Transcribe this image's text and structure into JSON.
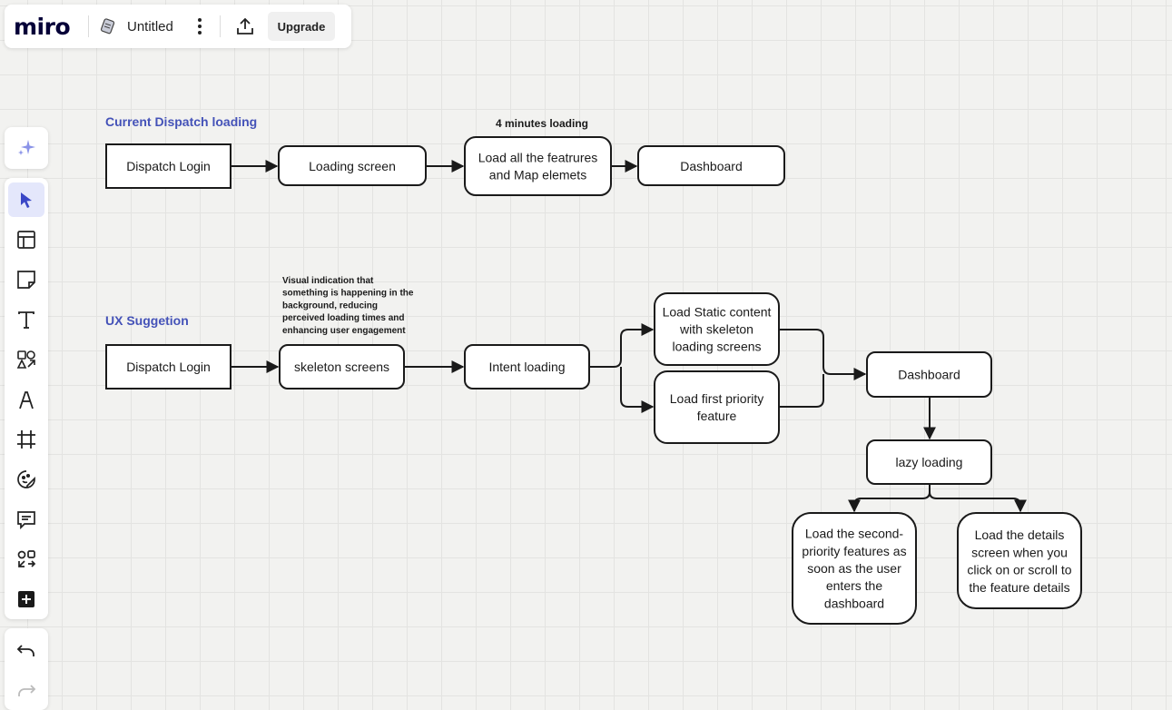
{
  "app": {
    "logo": "miro",
    "board_title": "Untitled",
    "upgrade_label": "Upgrade"
  },
  "toolbar": {
    "tools": [
      {
        "name": "ai-sparkle-icon"
      },
      {
        "name": "select-cursor-icon",
        "active": true
      },
      {
        "name": "templates-icon"
      },
      {
        "name": "sticky-note-icon"
      },
      {
        "name": "text-icon"
      },
      {
        "name": "shapes-icon"
      },
      {
        "name": "pen-icon"
      },
      {
        "name": "frame-icon"
      },
      {
        "name": "stickers-icon"
      },
      {
        "name": "comment-icon"
      },
      {
        "name": "mindmap-icon"
      },
      {
        "name": "add-more-icon"
      }
    ],
    "history": [
      {
        "name": "undo-icon"
      },
      {
        "name": "redo-icon"
      }
    ]
  },
  "diagram": {
    "current": {
      "heading": "Current Dispatch loading",
      "annotation": "4 minutes loading",
      "nodes": [
        {
          "id": "c-login",
          "lines": [
            "Dispatch Login"
          ]
        },
        {
          "id": "c-loading",
          "lines": [
            "Loading screen"
          ]
        },
        {
          "id": "c-loadall",
          "lines": [
            "Load all the featrures",
            "and Map elemets"
          ]
        },
        {
          "id": "c-dashboard",
          "lines": [
            "Dashboard"
          ]
        }
      ]
    },
    "suggestion": {
      "heading": "UX Suggetion",
      "annotation": [
        "Visual indication that",
        "something is happening in the",
        "background, reducing",
        "perceived loading times and",
        "enhancing user engagement"
      ],
      "nodes": [
        {
          "id": "s-login",
          "lines": [
            "Dispatch Login"
          ]
        },
        {
          "id": "s-skeleton",
          "lines": [
            "skeleton screens"
          ]
        },
        {
          "id": "s-intent",
          "lines": [
            "Intent loading"
          ]
        },
        {
          "id": "s-static",
          "lines": [
            "Load Static content",
            "with skeleton",
            "loading screens"
          ]
        },
        {
          "id": "s-first",
          "lines": [
            "Load first priority",
            "feature"
          ]
        },
        {
          "id": "s-dashboard",
          "lines": [
            "Dashboard"
          ]
        },
        {
          "id": "s-lazy",
          "lines": [
            "lazy loading"
          ]
        },
        {
          "id": "s-second",
          "lines": [
            "Load the second-",
            "priority features as",
            "soon as the user",
            "enters the",
            "dashboard"
          ]
        },
        {
          "id": "s-details",
          "lines": [
            "Load the details",
            "screen when you",
            "click on or scroll to",
            "the feature details"
          ]
        }
      ]
    }
  }
}
